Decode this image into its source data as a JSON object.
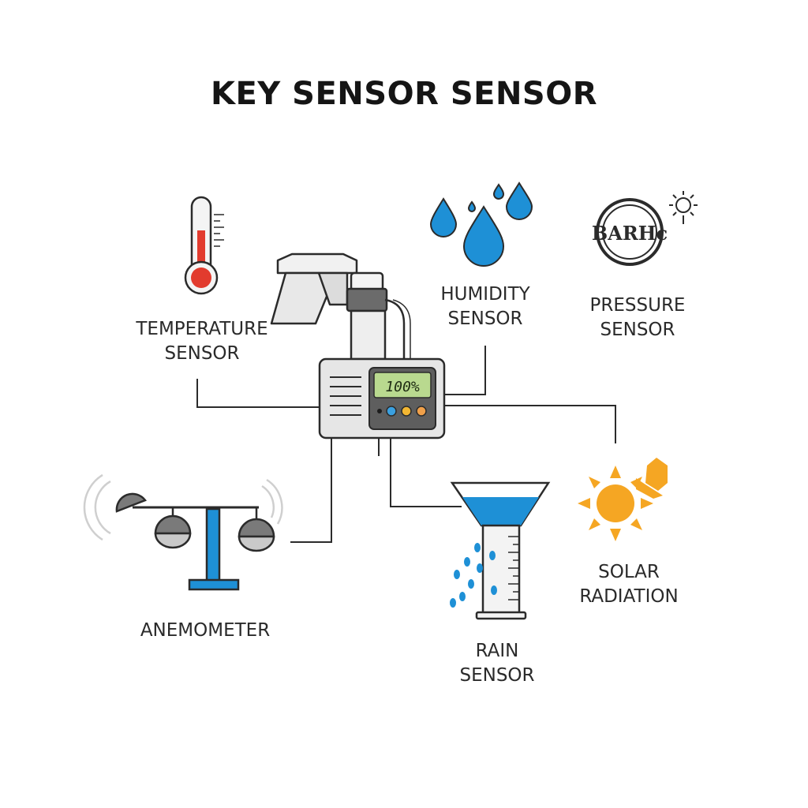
{
  "title": "KEY SENSOR SENSOR",
  "hub": {
    "display": "100%"
  },
  "sensors": {
    "temperature": {
      "line1": "TEMPERATURE",
      "line2": "SENSOR"
    },
    "humidity": {
      "line1": "HUMIDITY",
      "line2": "SENSOR"
    },
    "pressure": {
      "line1": "PRESSURE",
      "line2": "SENSOR",
      "dial_text": "BARHc"
    },
    "anemometer": {
      "line1": "ANEMOMETER"
    },
    "rain": {
      "line1": "RAIN",
      "line2": "SENSOR"
    },
    "solar": {
      "line1": "SOLAR",
      "line2": "RADIATION"
    }
  },
  "colors": {
    "outline": "#2b2b2b",
    "thermo_red": "#e23b2e",
    "water_blue": "#1e90d6",
    "sun_orange": "#f5a623",
    "lcd_green": "#b9d98f",
    "hub_grey": "#e6e6e6"
  },
  "icons": [
    "thermometer-icon",
    "water-drops-icon",
    "barometer-icon",
    "sun-icon",
    "anemometer-icon",
    "rain-gauge-icon",
    "weather-station-hub-icon"
  ]
}
